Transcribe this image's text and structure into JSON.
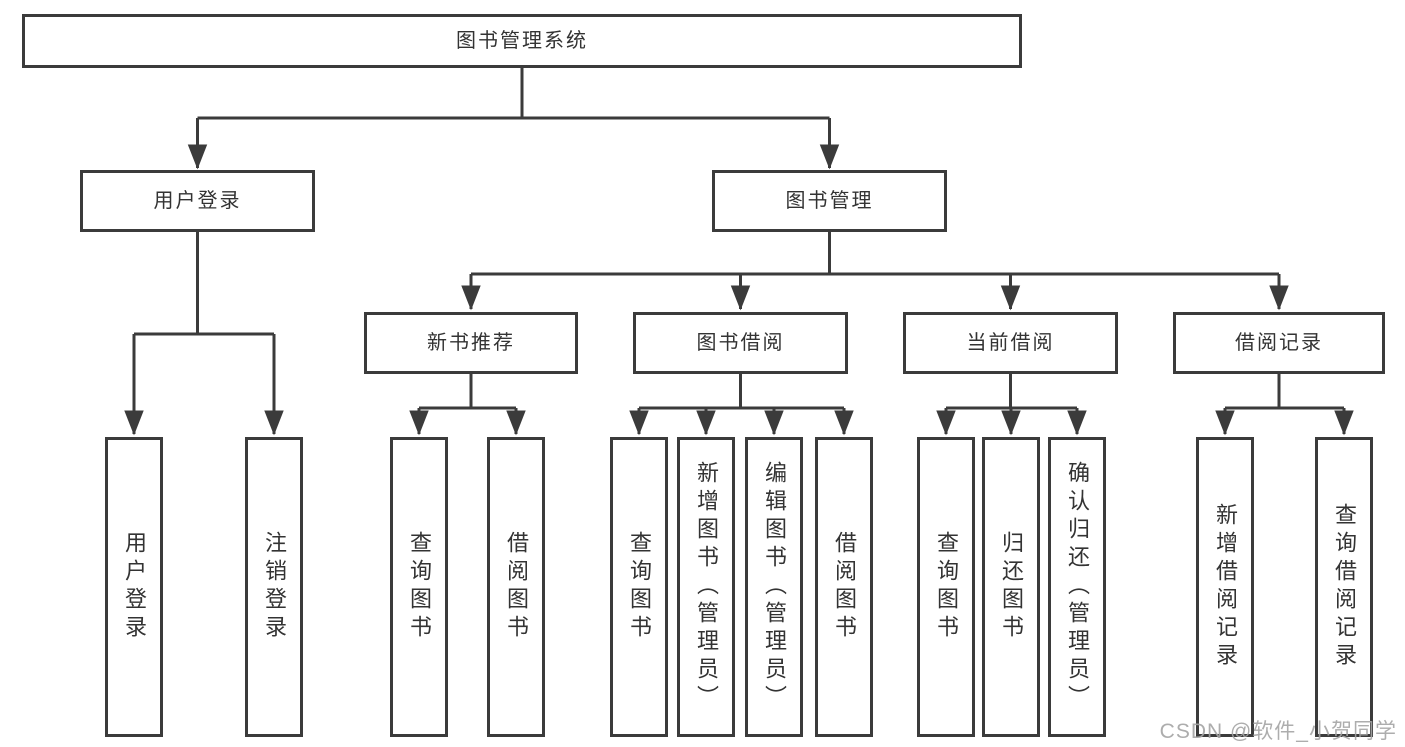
{
  "diagram": {
    "title": "图书管理系统",
    "watermark": "CSDN @软件_小贺同学",
    "colors": {
      "line": "#3b3b3b",
      "box_border": "#3b3b3b",
      "box_background": "#ffffff",
      "text": "#333333",
      "watermark": "#a4a4a4"
    },
    "nodes": [
      {
        "id": "root",
        "label": "图书管理系统"
      },
      {
        "id": "user-login",
        "label": "用户登录"
      },
      {
        "id": "book-mgmt",
        "label": "图书管理"
      },
      {
        "id": "new-book-rec",
        "label": "新书推荐"
      },
      {
        "id": "book-borrow",
        "label": "图书借阅"
      },
      {
        "id": "current-borrow",
        "label": "当前借阅"
      },
      {
        "id": "borrow-records",
        "label": "借阅记录"
      },
      {
        "id": "leaf-user-login",
        "label": "用户登录"
      },
      {
        "id": "leaf-logout",
        "label": "注销登录"
      },
      {
        "id": "leaf-query-book-1",
        "label": "查询图书"
      },
      {
        "id": "leaf-borrow-book-1",
        "label": "借阅图书"
      },
      {
        "id": "leaf-query-book-2",
        "label": "查询图书"
      },
      {
        "id": "leaf-add-book",
        "label": "新增图书（管理员）"
      },
      {
        "id": "leaf-edit-book",
        "label": "编辑图书（管理员）"
      },
      {
        "id": "leaf-borrow-book-2",
        "label": "借阅图书"
      },
      {
        "id": "leaf-query-book-3",
        "label": "查询图书"
      },
      {
        "id": "leaf-return-book",
        "label": "归还图书"
      },
      {
        "id": "leaf-confirm-return",
        "label": "确认归还（管理员）"
      },
      {
        "id": "leaf-add-borrow-record",
        "label": "新增借阅记录"
      },
      {
        "id": "leaf-query-borrow-record",
        "label": "查询借阅记录"
      }
    ],
    "hierarchy": {
      "root": [
        "user-login",
        "book-mgmt"
      ],
      "user-login": [
        "leaf-user-login",
        "leaf-logout"
      ],
      "book-mgmt": [
        "new-book-rec",
        "book-borrow",
        "current-borrow",
        "borrow-records"
      ],
      "new-book-rec": [
        "leaf-query-book-1",
        "leaf-borrow-book-1"
      ],
      "book-borrow": [
        "leaf-query-book-2",
        "leaf-add-book",
        "leaf-edit-book",
        "leaf-borrow-book-2"
      ],
      "current-borrow": [
        "leaf-query-book-3",
        "leaf-return-book",
        "leaf-confirm-return"
      ],
      "borrow-records": [
        "leaf-add-borrow-record",
        "leaf-query-borrow-record"
      ]
    }
  }
}
